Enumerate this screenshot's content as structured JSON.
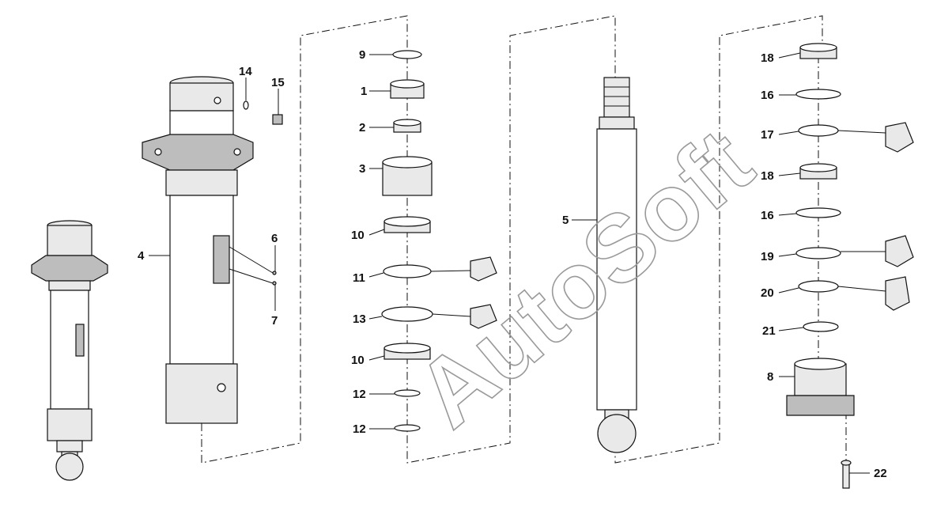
{
  "watermark": "AutoSoft",
  "callouts": [
    {
      "id": "c1",
      "text": "1"
    },
    {
      "id": "c2",
      "text": "2"
    },
    {
      "id": "c3",
      "text": "3"
    },
    {
      "id": "c4",
      "text": "4"
    },
    {
      "id": "c5",
      "text": "5"
    },
    {
      "id": "c6",
      "text": "6"
    },
    {
      "id": "c7",
      "text": "7"
    },
    {
      "id": "c8",
      "text": "8"
    },
    {
      "id": "c9",
      "text": "9"
    },
    {
      "id": "c10a",
      "text": "10"
    },
    {
      "id": "c10b",
      "text": "10"
    },
    {
      "id": "c11",
      "text": "11"
    },
    {
      "id": "c12a",
      "text": "12"
    },
    {
      "id": "c12b",
      "text": "12"
    },
    {
      "id": "c13",
      "text": "13"
    },
    {
      "id": "c14",
      "text": "14"
    },
    {
      "id": "c15",
      "text": "15"
    },
    {
      "id": "c16a",
      "text": "16"
    },
    {
      "id": "c16b",
      "text": "16"
    },
    {
      "id": "c17",
      "text": "17"
    },
    {
      "id": "c18a",
      "text": "18"
    },
    {
      "id": "c18b",
      "text": "18"
    },
    {
      "id": "c19",
      "text": "19"
    },
    {
      "id": "c20",
      "text": "20"
    },
    {
      "id": "c21",
      "text": "21"
    },
    {
      "id": "c22",
      "text": "22"
    }
  ]
}
